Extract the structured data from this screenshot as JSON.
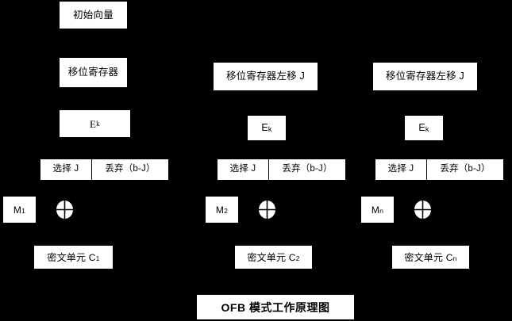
{
  "diagram": {
    "title": "OFB 模式工作原理图",
    "background_color": "#000000",
    "node_fill_color": "#ffffff",
    "node_text_color": "#000000",
    "initial_vector": "初始向量",
    "columns": [
      {
        "shift_register": "移位寄存器",
        "encrypt": "E",
        "encrypt_subscript": "k",
        "select": "选择 J",
        "discard": "丢弃（b-J）",
        "plaintext": "M",
        "plaintext_subscript": "1",
        "ciphertext": "密文单元 C",
        "ciphertext_subscript": "1",
        "xor": "xor-circle-plus"
      },
      {
        "shift_register": "移位寄存器左移 J",
        "encrypt": "E",
        "encrypt_subscript": "k",
        "select": "选择 J",
        "discard": "丢弃（b-J）",
        "plaintext": "M",
        "plaintext_subscript": "2",
        "ciphertext": "密文单元 C",
        "ciphertext_subscript": "2",
        "xor": "xor-circle-plus"
      },
      {
        "shift_register": "移位寄存器左移 J",
        "encrypt": "E",
        "encrypt_subscript": "k",
        "select": "选择 J",
        "discard": "丢弃（b-J）",
        "plaintext": "M",
        "plaintext_subscript": "n",
        "ciphertext": "密文单元 C",
        "ciphertext_subscript": "n",
        "xor": "xor-circle-plus"
      }
    ]
  }
}
